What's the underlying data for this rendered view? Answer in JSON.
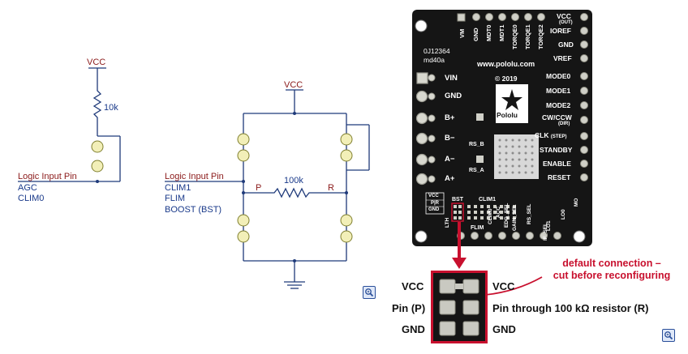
{
  "schematic_left": {
    "vcc": "VCC",
    "resistor": "10k",
    "input_label": "Logic Input Pin",
    "pins": [
      "AGC",
      "CLIM0"
    ]
  },
  "schematic_right": {
    "vcc": "VCC",
    "resistor": "100k",
    "p_label": "P",
    "r_label": "R",
    "input_label": "Logic Input Pin",
    "pins": [
      "CLIM1",
      "FLIM",
      "BOOST (BST)"
    ]
  },
  "board": {
    "board_id": "0J12364",
    "board_rev": "md40a",
    "url": "www.pololu.com",
    "year": "© 2019",
    "logo": "Pololu",
    "left_pins": [
      "VIN",
      "GND",
      "B+",
      "B−",
      "A−",
      "A+"
    ],
    "right_pins": [
      {
        "main": "VCC",
        "sub": "(OUT)"
      },
      {
        "main": "IOREF",
        "sub": ""
      },
      {
        "main": "GND",
        "sub": ""
      },
      {
        "main": "VREF",
        "sub": ""
      },
      {
        "main": "MODE0",
        "sub": ""
      },
      {
        "main": "MODE1",
        "sub": ""
      },
      {
        "main": "MODE2",
        "sub": ""
      },
      {
        "main": "CW/CCW",
        "sub": "(DIR)"
      },
      {
        "main": "CLK",
        "sub": "(STEP)"
      },
      {
        "main": "STANDBY",
        "sub": ""
      },
      {
        "main": "ENABLE",
        "sub": ""
      },
      {
        "main": "RESET",
        "sub": ""
      }
    ],
    "top_pins": [
      "VM",
      "GND",
      "MDT0",
      "MDT1",
      "TORQE0",
      "TORQE1",
      "TORQE2"
    ],
    "bottom_pins": [
      "LTH",
      "FLIM",
      "CLIM0",
      "ACC",
      "EDG_SEL",
      "GAIN_SEL",
      "RS_SEL",
      "IF_SEL",
      "LO1",
      "LO0",
      "MO"
    ],
    "small_labels": [
      "RS_B",
      "RS_A",
      "BST",
      "CLIM1"
    ],
    "legend_box": [
      "VCC",
      "P|R",
      "GND"
    ]
  },
  "jumper_detail": {
    "left_labels": [
      "VCC",
      "Pin (P)",
      "GND"
    ],
    "right_labels": [
      "VCC",
      "Pin through 100 kΩ resistor (R)",
      "GND"
    ],
    "annotation": [
      "default connection –",
      "cut before reconfiguring"
    ]
  },
  "colors": {
    "wire": "#1f3a7a",
    "schematic_text_red": "#8b1a1a",
    "schematic_text_blue": "#1a3a8a",
    "pcb": "#161616",
    "annotation": "#c8102e",
    "jumper_frame": "#c8102e"
  },
  "icons": [
    "zoom-icon",
    "zoom-icon"
  ]
}
